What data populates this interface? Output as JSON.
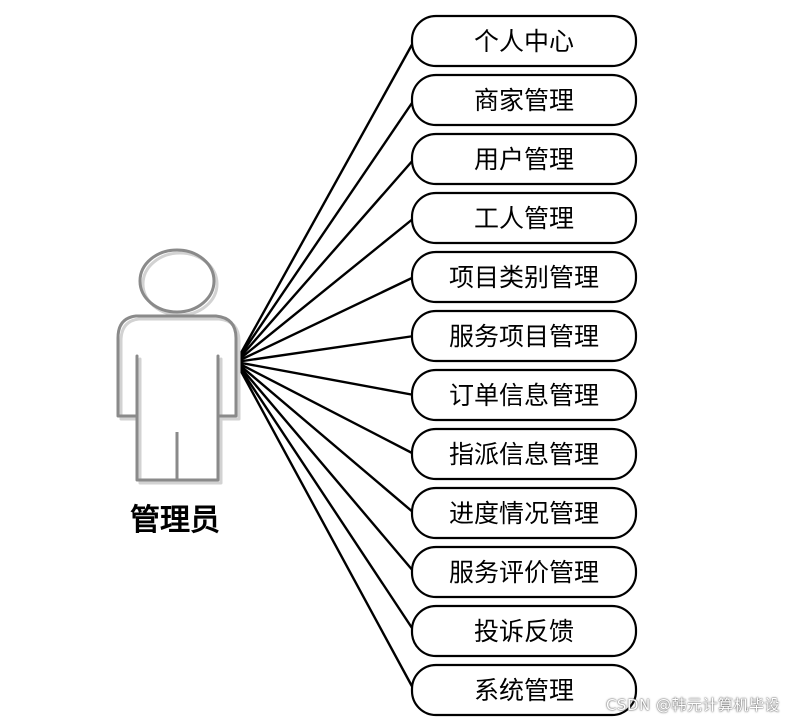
{
  "actor": {
    "name": "管理员"
  },
  "use_cases": [
    "个人中心",
    "商家管理",
    "用户管理",
    "工人管理",
    "项目类别管理",
    "服务项目管理",
    "订单信息管理",
    "指派信息管理",
    "进度情况管理",
    "服务评价管理",
    "投诉反馈",
    "系统管理"
  ],
  "watermark": "CSDN @韩元计算机毕设"
}
